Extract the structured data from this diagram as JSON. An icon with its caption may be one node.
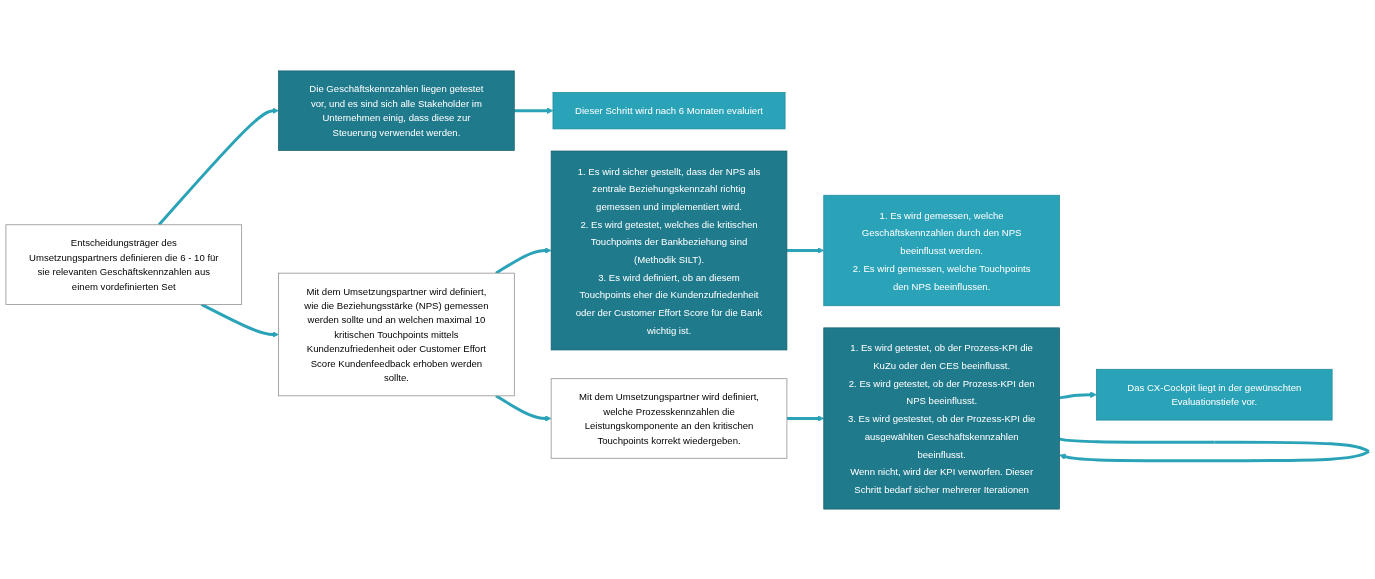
{
  "diagram": {
    "nodes": [
      {
        "text": [
          "Entscheidungsträger des Umsetzungspartners definieren die 6 - 10 für sie relevanten Geschäftskennzahlen aus einem vordefinierten Set"
        ]
      },
      {
        "text": [
          "Die Geschäftskennzahlen liegen getestet vor, und es sind sich alle Stakeholder im Unternehmen einig, dass diese zur Steuerung verwendet werden."
        ]
      },
      {
        "text": [
          "Dieser Schritt wird nach 6 Monaten evaluiert"
        ]
      },
      {
        "text": [
          "Mit dem Umsetzungspartner wird definiert, wie die Beziehungsstärke (NPS) gemessen werden sollte und an welchen maximal 10 kritischen Touchpoints mittels Kundenzufriedenheit oder Customer Effort Score Kundenfeedback erhoben werden sollte."
        ]
      },
      {
        "text": [
          "1. Es wird sicher gestellt, dass der NPS als zentrale Beziehungskennzahl richtig gemessen und implementiert wird.",
          "2. Es wird getestet, welches die kritischen Touchpoints der Bankbeziehung sind (Methodik SILT).",
          "3. Es wird definiert, ob an diesem Touchpoints eher die Kundenzufriedenheit oder der Customer Effort Score für die Bank wichtig ist."
        ]
      },
      {
        "text": [
          "1. Es wird gemessen, welche Geschäftskennzahlen durch den NPS beeinflusst werden.",
          "2. Es wird gemessen, welche Touchpoints den NPS beeinflussen."
        ]
      },
      {
        "text": [
          "Mit dem Umsetzungspartner wird definiert, welche Prozesskennzahlen die Leistungskomponente an den kritischen Touchpoints korrekt wiedergeben."
        ]
      },
      {
        "text": [
          "1. Es wird getestet, ob der Prozess-KPI die KuZu oder den CES beeinflusst.",
          "2. Es wird getestet, ob der Prozess-KPI den NPS beeinflusst.",
          "3. Es wird gestestet, ob der Prozess-KPI die ausgewählten Geschäftskennzahlen beeinflusst.",
          "Wenn nicht, wird der KPI verworfen. Dieser Schritt bedarf sicher mehrerer Iterationen"
        ]
      },
      {
        "text": [
          "Das CX-Cockpit liegt in der gewünschten Evaluationstiefe vor."
        ]
      }
    ],
    "edges": [
      {
        "from": 0,
        "to": 1,
        "arrow": "to"
      },
      {
        "from": 1,
        "to": 2,
        "arrow": "to"
      },
      {
        "from": 0,
        "to": 3,
        "arrow": "to"
      },
      {
        "from": 3,
        "to": 4,
        "arrow": "to"
      },
      {
        "from": 4,
        "to": 5,
        "arrow": "to"
      },
      {
        "from": 3,
        "to": 6,
        "arrow": "to"
      },
      {
        "from": 6,
        "to": 7,
        "arrow": "to"
      },
      {
        "from": 7,
        "to": 7,
        "arrow": "to"
      },
      {
        "from": 7,
        "to": 8,
        "arrow": "to"
      }
    ]
  }
}
